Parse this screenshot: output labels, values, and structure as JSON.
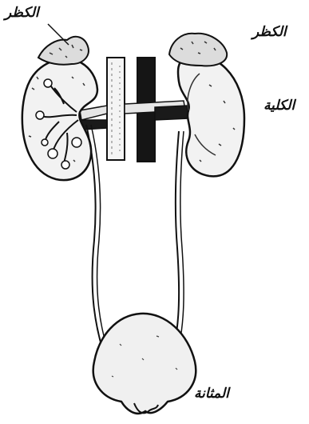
{
  "labels": {
    "adrenal_left": "الكظر",
    "adrenal_right": "الكظر",
    "kidney": "الكلية",
    "bladder": "المثانة"
  },
  "colors": {
    "ink": "#111111",
    "paper": "#ffffff",
    "organ_fill": "#f2f2f2",
    "dark_fill": "#151515"
  }
}
